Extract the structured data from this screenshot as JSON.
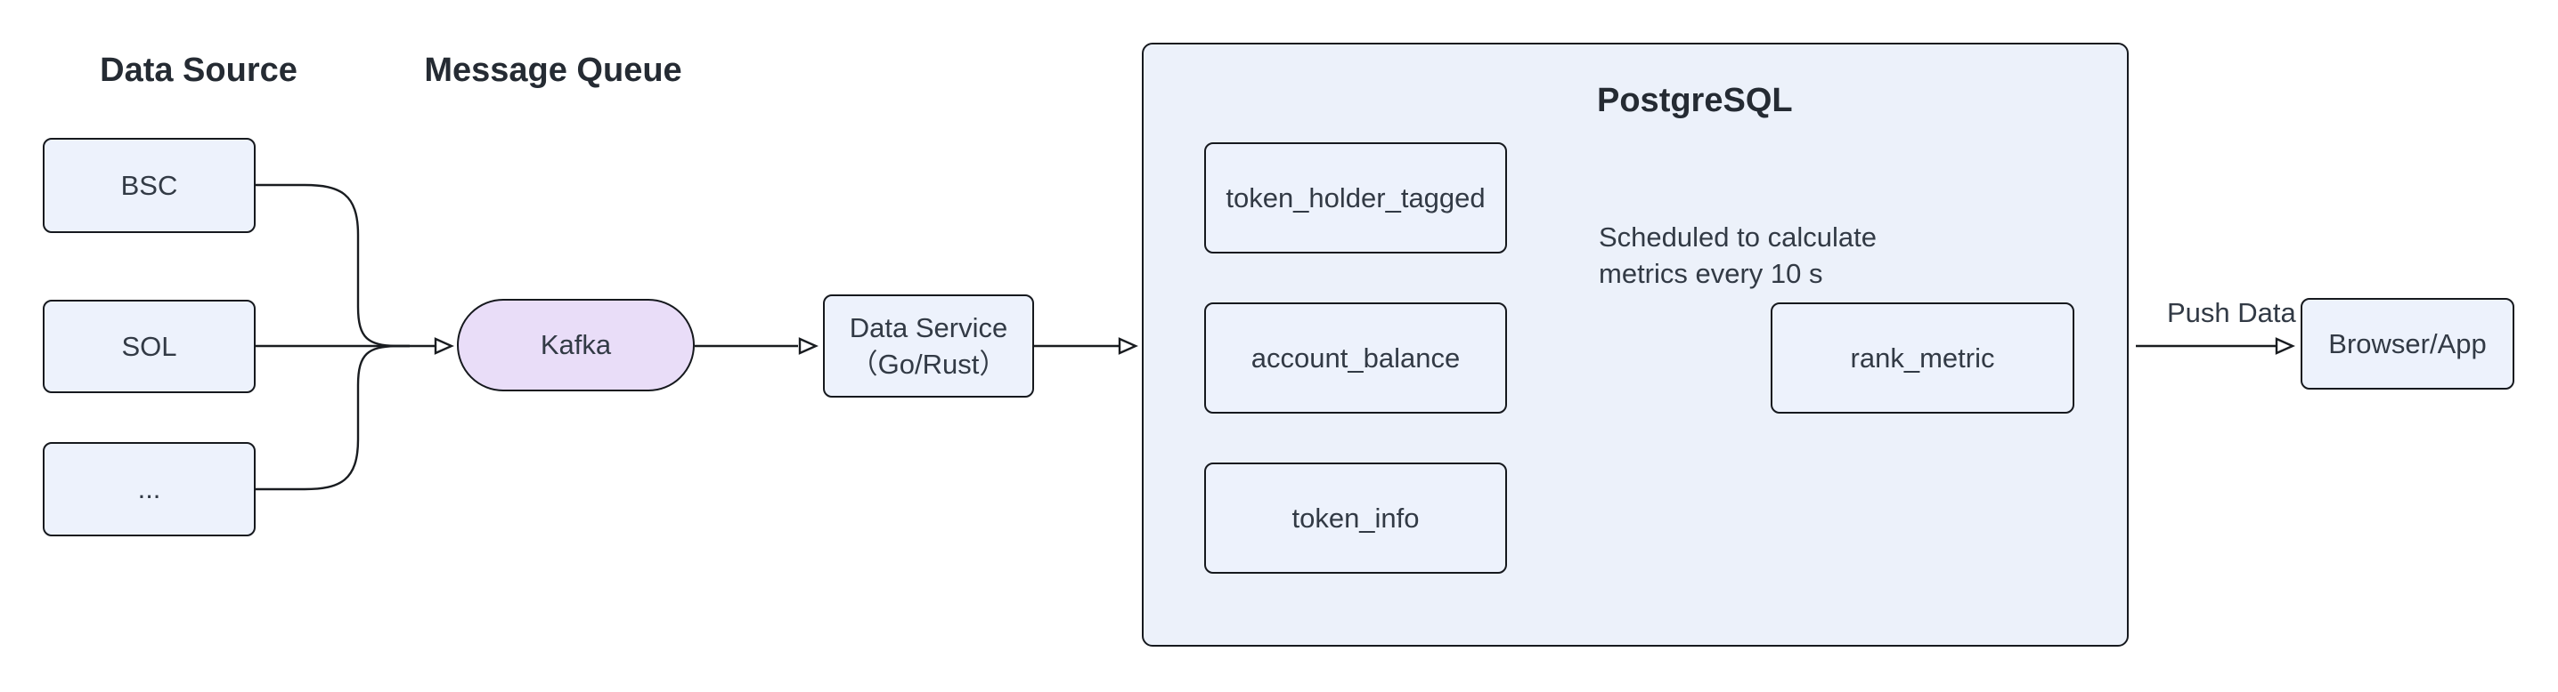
{
  "diagram": {
    "titles": {
      "data_source": "Data Source",
      "message_queue": "Message Queue",
      "postgresql": "PostgreSQL"
    },
    "nodes": {
      "bsc": {
        "label": "BSC"
      },
      "sol": {
        "label": "SOL"
      },
      "more_sources": {
        "label": "..."
      },
      "kafka": {
        "label": "Kafka"
      },
      "data_service": {
        "label_line1": "Data Service",
        "label_line2": "（Go/Rust）"
      },
      "token_holder_tagged": {
        "label": "token_holder_tagged"
      },
      "account_balance": {
        "label": "account_balance"
      },
      "token_info": {
        "label": "token_info"
      },
      "rank_metric": {
        "label": "rank_metric"
      },
      "browser_app": {
        "label": "Browser/App"
      }
    },
    "annotation": {
      "line1": "Scheduled to calculate",
      "line2": "metrics every 10 s"
    },
    "edge_labels": {
      "push_data": "Push Data"
    },
    "colors": {
      "node_fill": "#edf2fc",
      "kafka_fill": "#e9ddf8",
      "container_fill": "#ecf1fa",
      "border": "#16191e",
      "edge_line": "#191c20",
      "text": "#323a45",
      "title_text": "#252b33",
      "background": "#ffffff"
    }
  }
}
